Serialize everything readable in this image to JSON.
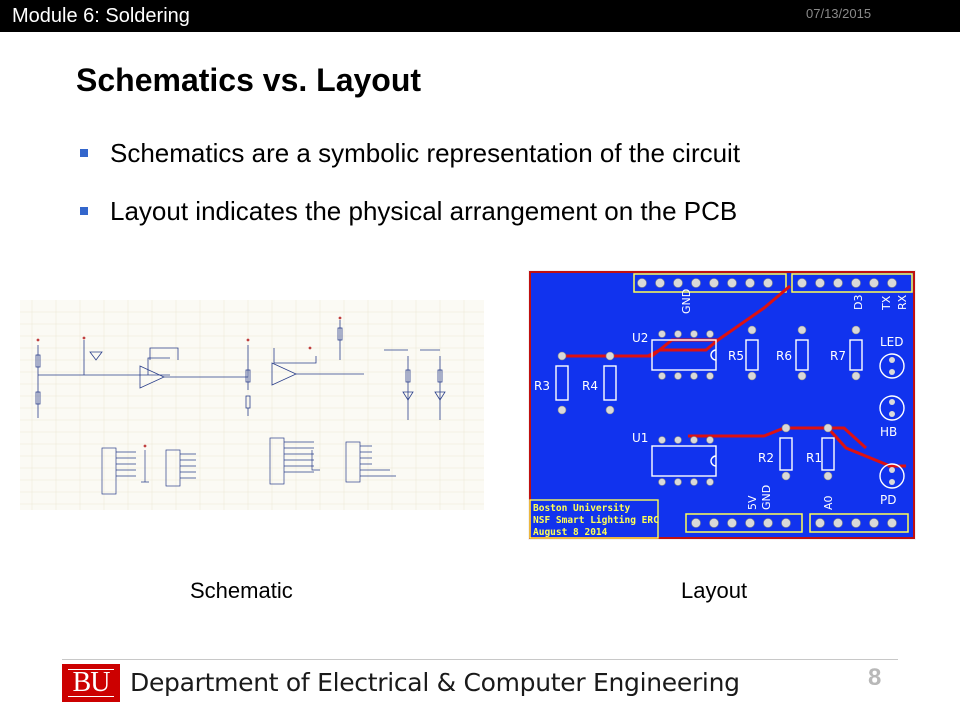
{
  "header": {
    "module_title": "Module 6: Soldering",
    "date": "07/13/2015"
  },
  "slide": {
    "title": "Schematics vs. Layout",
    "bullets": [
      "Schematics are a symbolic representation of the circuit",
      "Layout indicates the physical arrangement on the PCB"
    ],
    "captions": {
      "schematic": "Schematic",
      "layout": "Layout"
    }
  },
  "pcb": {
    "board_text": [
      "Boston University",
      "NSF Smart Lighting ERC",
      "August 8 2014"
    ],
    "labels": {
      "gnd_top": "GND",
      "d3": "D3",
      "tx": "TX",
      "rx": "RX",
      "u2": "U2",
      "u1": "U1",
      "r1": "R1",
      "r2": "R2",
      "r3": "R3",
      "r4": "R4",
      "r5": "R5",
      "r6": "R6",
      "r7": "R7",
      "led": "LED",
      "hb": "HB",
      "pd": "PD",
      "v5": "5V",
      "gnd_bottom": "GND",
      "a0": "A0"
    },
    "colors": {
      "board": "#1133ee",
      "trace": "#dd1111",
      "pad": "#d9d9d9",
      "edge": "#f2f2f2"
    }
  },
  "footer": {
    "logo_text": "BU",
    "department": "Department of Electrical & Computer Engineering",
    "page_number": "8"
  },
  "colors": {
    "bullet": "#3366cc",
    "logo": "#cc0000",
    "header_bar": "#000000"
  }
}
